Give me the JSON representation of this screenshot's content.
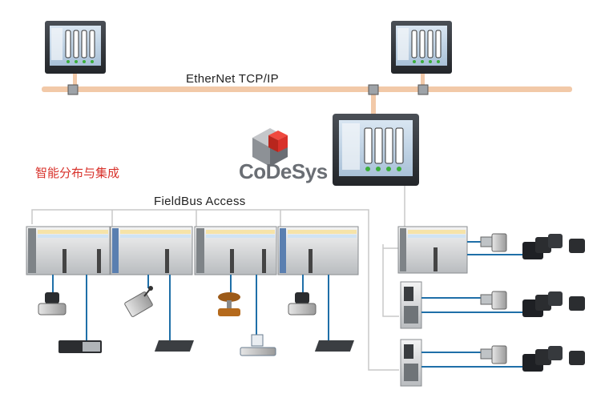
{
  "labels": {
    "network": "EtherNet TCP/IP",
    "fieldbus": "FieldBus Access",
    "distributed": "智能分布与集成",
    "logo": "CoDeSys"
  },
  "colors": {
    "ethernet_bus": "#f2c9a8",
    "network_line": "#c8c8c8",
    "field_cable": "#1f6fa8",
    "logo_red": "#d8312a",
    "logo_gray": "#6a6e74",
    "distributed_text": "#d8312a"
  },
  "devices": {
    "hmi_panels": [
      "hmi-panel-left",
      "hmi-panel-right",
      "hmi-panel-main"
    ],
    "io_couplers": [
      "io-coupler-1",
      "io-coupler-2",
      "io-coupler-3",
      "io-coupler-4",
      "io-coupler-right"
    ],
    "drive_modules": [
      "drive-module-1",
      "drive-module-2"
    ],
    "field_devices": [
      "solenoid-valve-icon",
      "pneumatic-valve-icon",
      "limit-switch-icon",
      "terminal-block-icon",
      "control-valve-icon",
      "flow-meter-icon",
      "gear-motor-icon",
      "servo-motor-icon"
    ]
  }
}
